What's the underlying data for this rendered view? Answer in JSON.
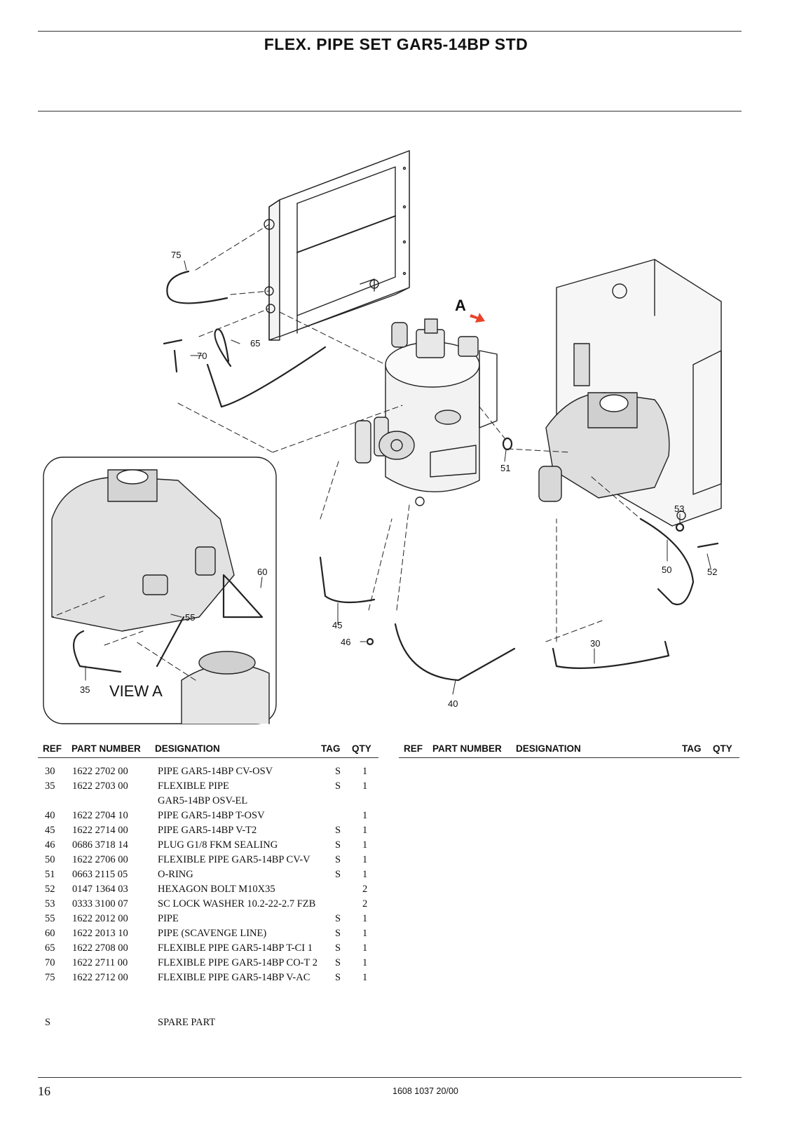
{
  "header": {
    "title": "FLEX. PIPE SET GAR5-14BP STD"
  },
  "drawing": {
    "callouts": [
      {
        "id": "c75",
        "text": "75"
      },
      {
        "id": "c65",
        "text": "65"
      },
      {
        "id": "c70",
        "text": "70"
      },
      {
        "id": "c51",
        "text": "51"
      },
      {
        "id": "c53",
        "text": "53"
      },
      {
        "id": "c52",
        "text": "52"
      },
      {
        "id": "c50",
        "text": "50"
      },
      {
        "id": "c60",
        "text": "60"
      },
      {
        "id": "c55",
        "text": "55"
      },
      {
        "id": "c45",
        "text": "45"
      },
      {
        "id": "c46",
        "text": "46"
      },
      {
        "id": "c40",
        "text": "40"
      },
      {
        "id": "c30",
        "text": "30"
      },
      {
        "id": "c35",
        "text": "35"
      }
    ],
    "view_marker": "A",
    "view_label": "VIEW A",
    "arrow_color": "#e8432a"
  },
  "table": {
    "headers": {
      "ref": "REF",
      "part_number": "PART NUMBER",
      "designation": "DESIGNATION",
      "tag": "TAG",
      "qty": "QTY"
    },
    "rows": [
      {
        "ref": "30",
        "pn": "1622 2702 00",
        "des": "PIPE GAR5-14BP CV-OSV",
        "tag": "S",
        "qty": "1"
      },
      {
        "ref": "35",
        "pn": "1622 2703 00",
        "des": "FLEXIBLE PIPE",
        "tag": "S",
        "qty": "1"
      },
      {
        "ref": "",
        "pn": "",
        "des": "GAR5-14BP OSV-EL",
        "tag": "",
        "qty": ""
      },
      {
        "ref": "40",
        "pn": "1622 2704 10",
        "des": "PIPE GAR5-14BP T-OSV",
        "tag": "",
        "qty": "1"
      },
      {
        "ref": "45",
        "pn": "1622 2714 00",
        "des": "PIPE GAR5-14BP V-T2",
        "tag": "S",
        "qty": "1"
      },
      {
        "ref": "46",
        "pn": "0686 3718 14",
        "des": "PLUG G1/8 FKM SEALING",
        "tag": "S",
        "qty": "1"
      },
      {
        "ref": "50",
        "pn": "1622 2706 00",
        "des": "FLEXIBLE PIPE GAR5-14BP CV-V",
        "tag": "S",
        "qty": "1"
      },
      {
        "ref": "51",
        "pn": "0663 2115 05",
        "des": "O-RING",
        "tag": "S",
        "qty": "1"
      },
      {
        "ref": "52",
        "pn": "0147 1364 03",
        "des": "HEXAGON BOLT M10X35",
        "tag": "",
        "qty": "2"
      },
      {
        "ref": "53",
        "pn": "0333 3100 07",
        "des": "SC LOCK WASHER 10.2-22-2.7 FZB",
        "tag": "",
        "qty": "2"
      },
      {
        "ref": "55",
        "pn": "1622 2012 00",
        "des": "PIPE",
        "tag": "S",
        "qty": "1"
      },
      {
        "ref": "60",
        "pn": "1622 2013 10",
        "des": "PIPE (SCAVENGE LINE)",
        "tag": "S",
        "qty": "1"
      },
      {
        "ref": "65",
        "pn": "1622 2708 00",
        "des": "FLEXIBLE PIPE GAR5-14BP T-CI 1",
        "tag": "S",
        "qty": "1"
      },
      {
        "ref": "70",
        "pn": "1622 2711 00",
        "des": "FLEXIBLE PIPE GAR5-14BP CO-T 2",
        "tag": "S",
        "qty": "1"
      },
      {
        "ref": "75",
        "pn": "1622 2712 00",
        "des": "FLEXIBLE PIPE GAR5-14BP V-AC",
        "tag": "S",
        "qty": "1"
      }
    ]
  },
  "legend": {
    "code": "S",
    "meaning": "SPARE PART"
  },
  "footer": {
    "page_number": "16",
    "doc_number": "1608 1037 20/00"
  }
}
